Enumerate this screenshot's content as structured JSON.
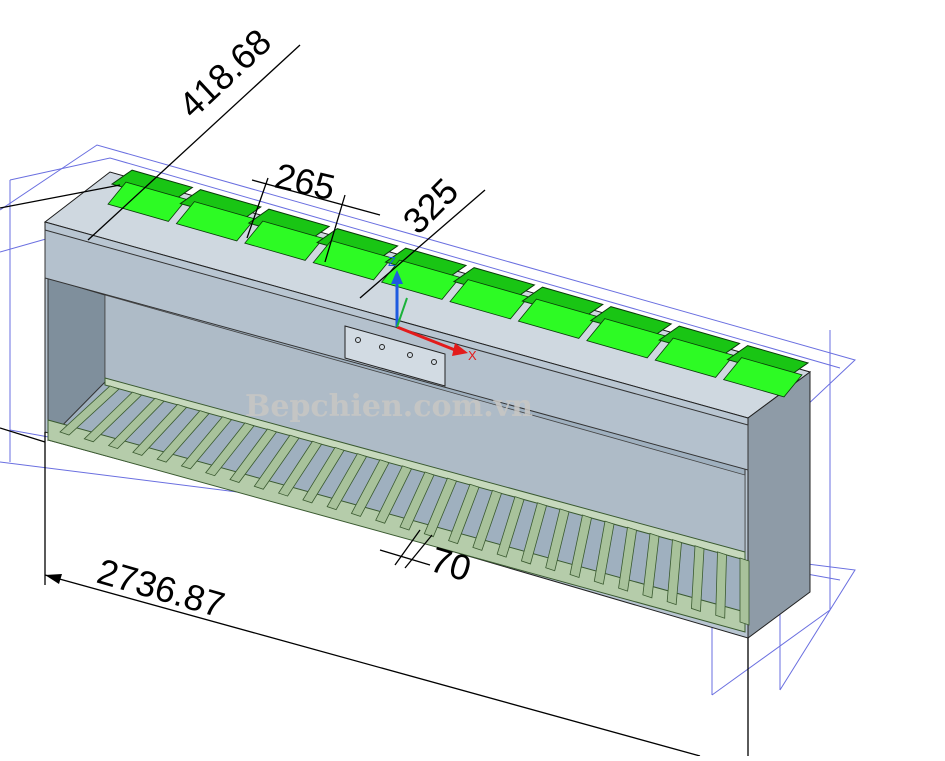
{
  "drawing": {
    "watermark": "Bepchien.com.vn",
    "dimensions": {
      "depth": "418.68",
      "pan_width": "265",
      "pan_length": "325",
      "slat_spacing": "70",
      "overall_length": "2736.87"
    },
    "axes": {
      "x": "X",
      "y": "Y",
      "z": "Z"
    },
    "colors": {
      "pans": "#2dfb24",
      "pan_dark": "#19c514",
      "body": "#b9c6d2",
      "body_dark": "#8e9ba7",
      "frame": "#b5ccaa",
      "slats": "#a8c29b",
      "guides": "#6a6fe0",
      "dim_lines": "#000000"
    },
    "counts": {
      "pans": 10,
      "slats": 29
    }
  }
}
